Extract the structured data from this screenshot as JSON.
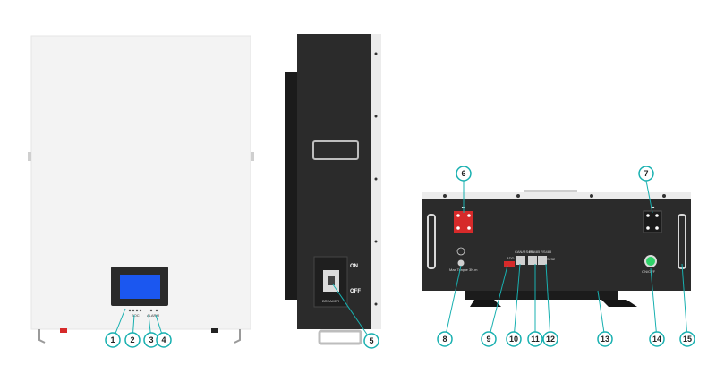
{
  "colors": {
    "callout": "#18b0b0",
    "cabinet_white": "#f2f2f2",
    "cabinet_dark": "#2b2b2b",
    "lcd": "#1b57f0",
    "terminal_red": "#d62a2a",
    "power_button": "#2fd36a"
  },
  "front_panel": {
    "indicator_labels": [
      "SOC",
      "ALARM"
    ]
  },
  "side_panel": {
    "switch_on": "ON",
    "switch_off": "OFF",
    "breaker_label": "BREAKER"
  },
  "port_panel": {
    "ground_label": "Max Torque 3N.m",
    "port_labels": [
      "ADD",
      "CAN/RS485",
      "RS485",
      "RS485",
      "RS232"
    ],
    "power_button_label": "ON/OFF",
    "positive_sign": "+",
    "negative_sign": "−"
  },
  "callouts": [
    "1",
    "2",
    "3",
    "4",
    "5",
    "6",
    "7",
    "8",
    "9",
    "10",
    "11",
    "12",
    "13",
    "14",
    "15"
  ]
}
